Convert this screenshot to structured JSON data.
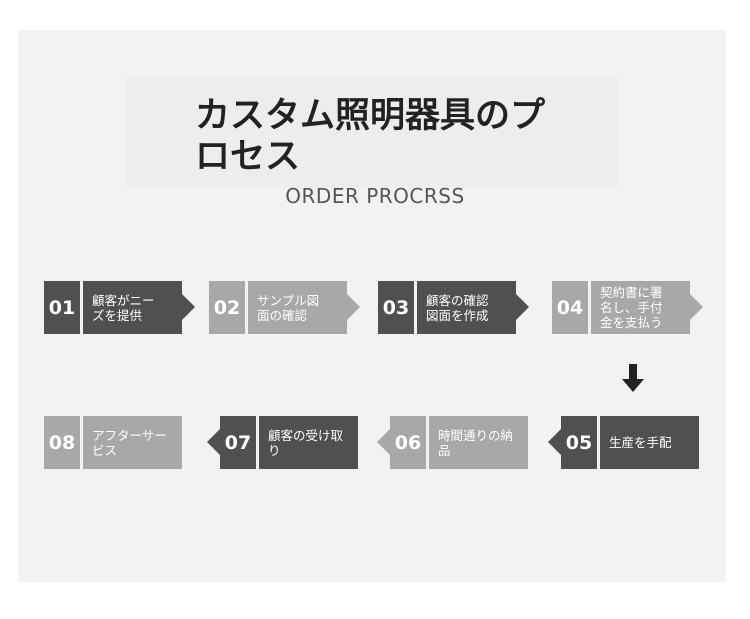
{
  "title": "カスタム照明器具のプロセス",
  "subtitle": "ORDER PROCRSS",
  "steps": [
    {
      "num": "01",
      "label": "顧客がニー\nズを提供"
    },
    {
      "num": "02",
      "label": "サンプル図\n面の確認"
    },
    {
      "num": "03",
      "label": "顧客の確認\n図面を作成"
    },
    {
      "num": "04",
      "label": "契約書に署\n名し、手付\n金を支払う"
    },
    {
      "num": "05",
      "label": "生産を手配"
    },
    {
      "num": "06",
      "label": "時間通りの納品"
    },
    {
      "num": "07",
      "label": "顧客の受け取り"
    },
    {
      "num": "08",
      "label": "アフターサービス"
    }
  ],
  "icons": {
    "flow_down": "arrow-down-icon"
  }
}
